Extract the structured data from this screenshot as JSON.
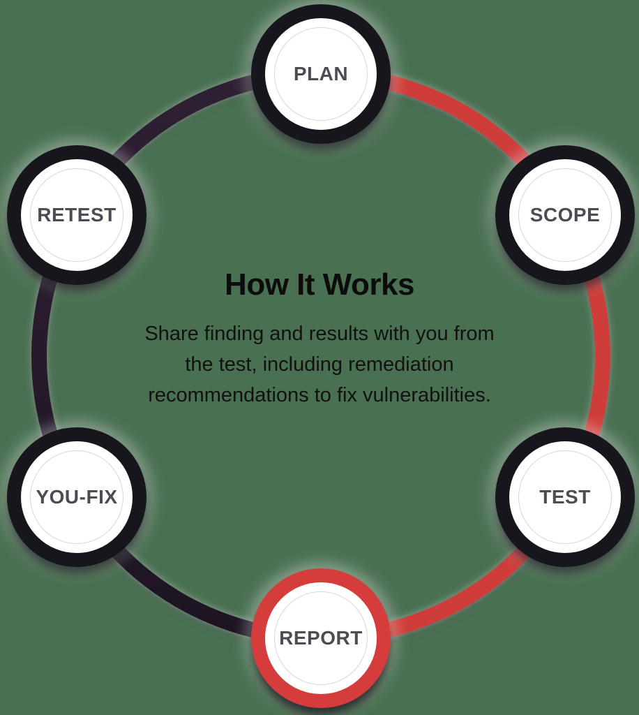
{
  "title": "How It Works",
  "description": "Share finding and results with you from the test, including remediation recommendations to fix vulnerabilities.",
  "description_lines": [
    "Share finding and results with you from",
    "the test, including remediation",
    "recommendations to fix vulnerabilities."
  ],
  "nodes": [
    {
      "label": "PLAN",
      "state": "default",
      "position": "top"
    },
    {
      "label": "SCOPE",
      "state": "default",
      "position": "upper-right"
    },
    {
      "label": "TEST",
      "state": "default",
      "position": "lower-right"
    },
    {
      "label": "REPORT",
      "state": "active",
      "position": "bottom"
    },
    {
      "label": "YOU-FIX",
      "state": "default",
      "position": "lower-left"
    },
    {
      "label": "RETEST",
      "state": "default",
      "position": "upper-left"
    }
  ],
  "colors": {
    "background": "#4a7052",
    "arc_red": "#ce3d3a",
    "arc_dark_top": "#2f2034",
    "arc_dark_bottom": "#1d1422",
    "node_ring": "#18161d",
    "node_ring_active": "#d43d3c",
    "node_fill": "#ffffff",
    "inner_circle_line": "#d6d6d8",
    "node_label": "#4c4c54",
    "title": "#0c0c0d",
    "body_text": "#111111"
  }
}
